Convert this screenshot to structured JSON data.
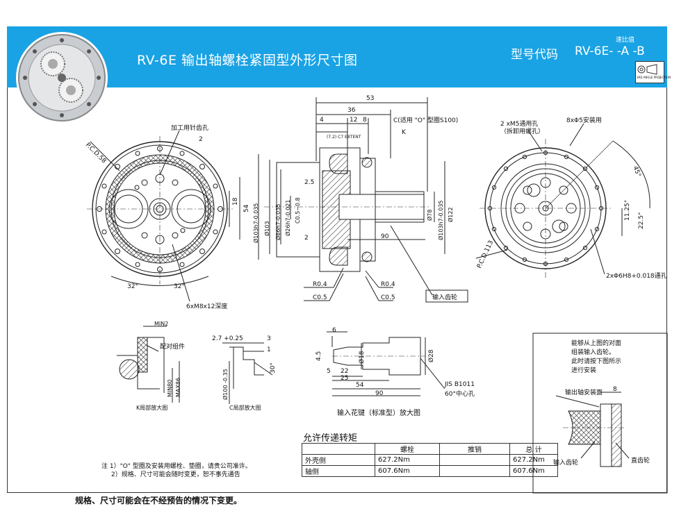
{
  "header": {
    "title": "RV-6E    输出轴螺栓紧固型外形尺寸图",
    "model_label": "型号代码",
    "model_code": "RV-6E-   -A -B",
    "ratio_label": "速比值",
    "projection_label": "3RD ANGLE PROJECTION"
  },
  "front_view": {
    "pcd_label": "P.C.D.58",
    "hole_note": "加工用针齿孔",
    "dim_2": "2",
    "dim_18": "18",
    "dim_54": "54",
    "angle_left": "32°",
    "angle_right": "32°",
    "thread_note": "6xM8x12深度"
  },
  "section_view": {
    "dim_53": "53",
    "dim_36": "36",
    "dim_4": "4",
    "dim_12": "12",
    "dim_8": "8",
    "oring_note": "C(适用 \"O\" 型圈S100)",
    "k_label": "K",
    "extent_note": "(7.2) C7 EXTENT",
    "dim_2_5": "2.5",
    "dim_c05_08": "C0.5~0.8",
    "dim_2": "2",
    "dim_90": "90",
    "dia_103a": "Ø103h7-0.035",
    "dia_103b": "Ø103",
    "dia_86": "Ø86h7-0.035",
    "dia_26": "Ø26h7-0.021",
    "dia_78": "Ø78",
    "dia_103c": "Ø103h7-0.035",
    "dia_122": "Ø122",
    "r04_left": "R0.4",
    "r04_right": "R0.4",
    "c05_left": "C0.5",
    "c05_right": "C0.5",
    "input_gear": "输入齿轮"
  },
  "rear_view": {
    "m5_note": "2 xM5通用孔",
    "m5_sub": "（拆卸用螺孔）",
    "hole_note": "8xΦ5安装用",
    "pcd_label": "P.C.D.113",
    "angle_45": "45°",
    "angle_11": "11.25°",
    "angle_22": "22.5°",
    "pin_note": "2xΦ6H8+0.018通孔"
  },
  "detail_k": {
    "min2": "MIN2",
    "assembly_note": "配对组件",
    "min80": "MIN80",
    "max86": "MAX86",
    "caption": "K局部放大图"
  },
  "detail_c": {
    "dim_27": "2.7 +0.25",
    "dim_3": "3",
    "dim_1": "1",
    "angle_30": "30°",
    "dia_100": "Ø100 -0.35",
    "caption": "C局部放大图"
  },
  "spline": {
    "dim_6": "6",
    "dim_4_5": "4.5",
    "dim_28": "Ø28",
    "dim_18": "Ø18",
    "dim_5": "5",
    "dim_22": "22",
    "dim_25": "25",
    "dim_54": "54",
    "dim_90": "90",
    "center_note": "JIS B1011",
    "center_note2": "60°中心孔",
    "caption": "输入花键（标准型）放大图"
  },
  "torque": {
    "title": "允许传递转矩",
    "headers": [
      "",
      "螺栓",
      "推销",
      "总    计"
    ],
    "rows": [
      [
        "外壳侧",
        "627.2Nm",
        "",
        "627.2Nm"
      ],
      [
        "轴侧",
        "607.6Nm",
        "",
        "607.6Nm"
      ]
    ]
  },
  "assembly_panel": {
    "note_lines": [
      "能够从上图的对面",
      "组装输入齿轮。",
      "此时请按下图所示",
      "进行安装"
    ],
    "output_shaft": "输出轴安装面",
    "dim_8": "8",
    "input_gear": "输入齿轮",
    "spur_gear": "直齿轮"
  },
  "notes": {
    "line1": "注 1）\"O\" 型圈及安装用螺栓、垫圈，请贵公司准许。",
    "line2": "2）规格、尺寸可能会随时变更，恕不事先通告"
  },
  "footer": "规格、尺寸可能会在不经预告的情况下变更。"
}
